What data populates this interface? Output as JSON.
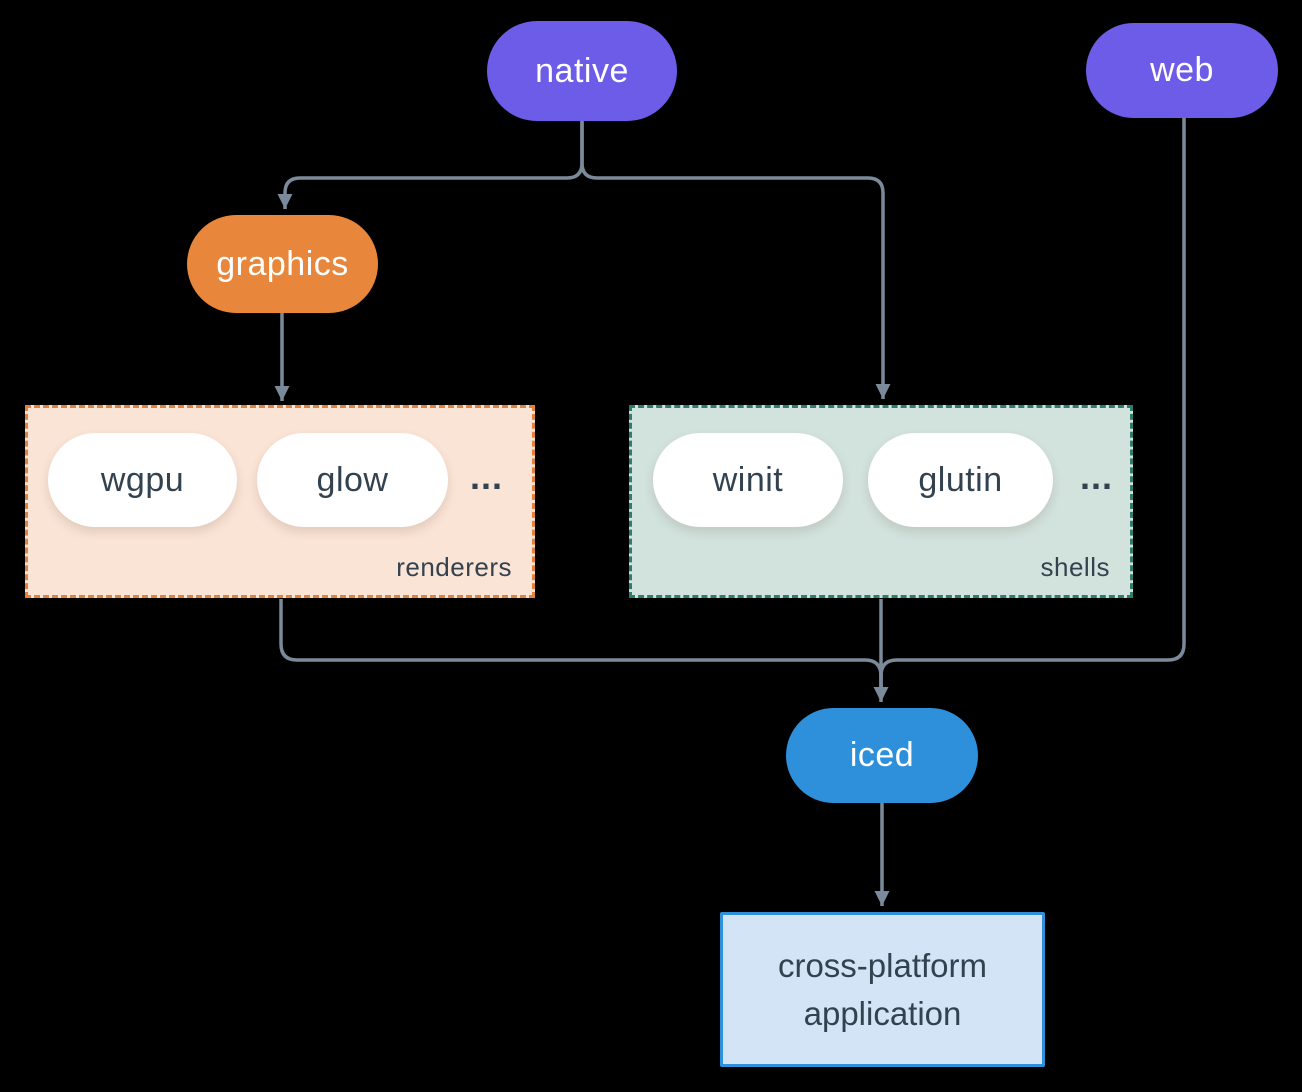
{
  "colors": {
    "background": "#000000",
    "node_purple": "#6C5CE7",
    "node_orange": "#E8873B",
    "node_blue": "#2E8FDA",
    "renderers_fill": "#FAE4D6",
    "renderers_border": "#E2823E",
    "shells_fill": "#D2E2DD",
    "shells_border": "#2E7D6E",
    "application_fill": "#D2E4F6",
    "application_border": "#2E8FDA",
    "connector_line": "#7B8A9A",
    "text_dark": "#33424F",
    "text_light": "#FFFFFF"
  },
  "nodes": {
    "native": {
      "label": "native"
    },
    "web": {
      "label": "web"
    },
    "graphics": {
      "label": "graphics"
    },
    "iced": {
      "label": "iced"
    },
    "application": {
      "label": "cross-platform application"
    }
  },
  "groups": {
    "renderers": {
      "label": "renderers",
      "ellipsis": "...",
      "items": [
        {
          "label": "wgpu"
        },
        {
          "label": "glow"
        }
      ]
    },
    "shells": {
      "label": "shells",
      "ellipsis": "...",
      "items": [
        {
          "label": "winit"
        },
        {
          "label": "glutin"
        }
      ]
    }
  },
  "edges": [
    {
      "from": "native",
      "to": "graphics"
    },
    {
      "from": "native",
      "to": "shells"
    },
    {
      "from": "graphics",
      "to": "renderers"
    },
    {
      "from": "renderers",
      "to": "iced"
    },
    {
      "from": "shells",
      "to": "iced"
    },
    {
      "from": "web",
      "to": "iced"
    },
    {
      "from": "iced",
      "to": "application"
    }
  ]
}
